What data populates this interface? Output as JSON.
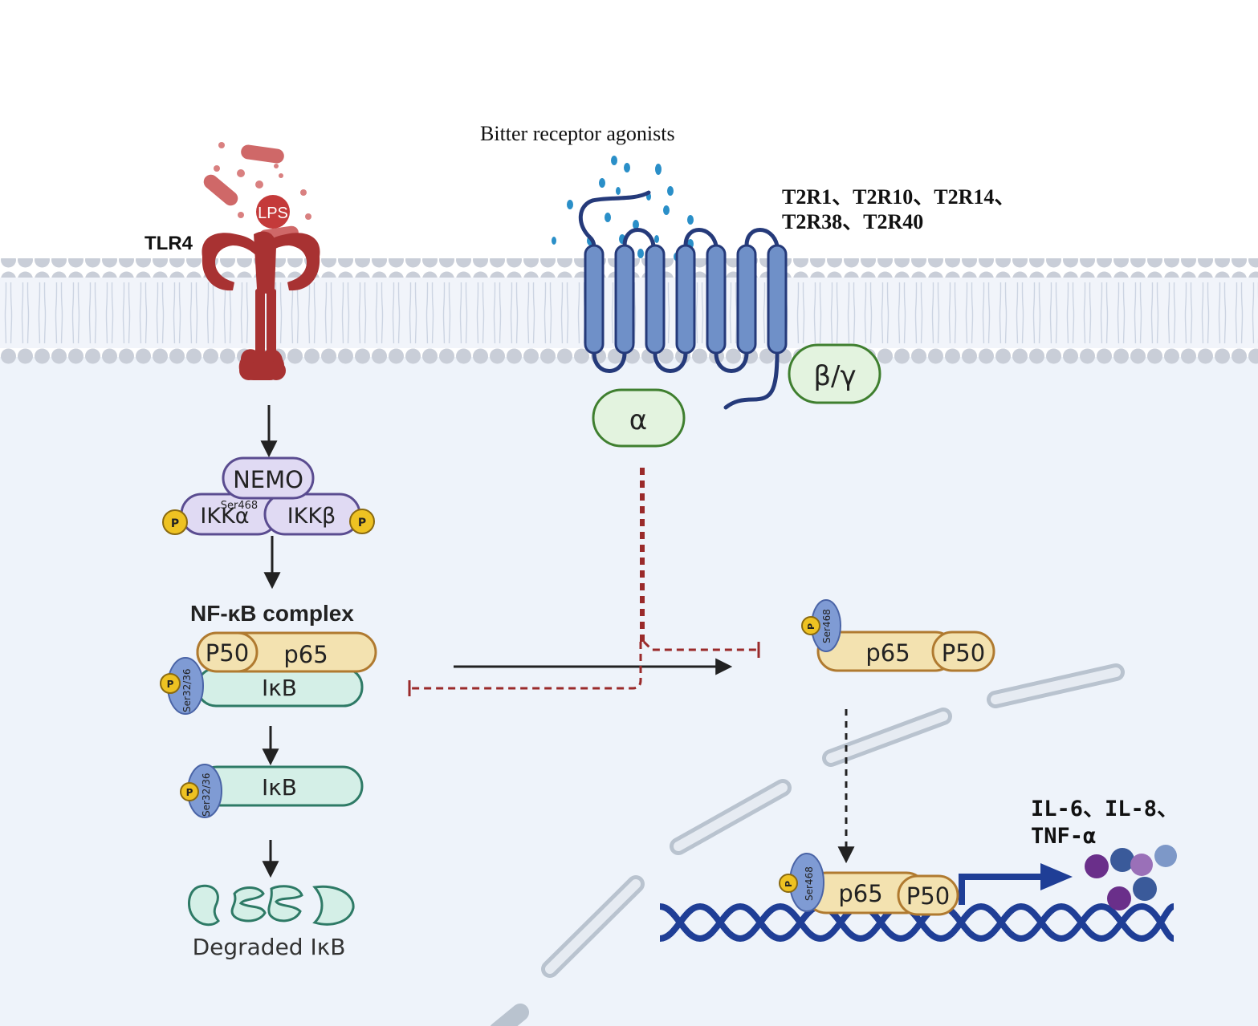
{
  "extracellular": {
    "lps_label": "LPS",
    "tlr4_label": "TLR4",
    "agonists_label": "Bitter receptor agonists"
  },
  "receptor": {
    "names_line1": "T2R1、T2R10、T2R14、",
    "names_line2": "T2R38、T2R40",
    "alpha_label": "α",
    "betagamma_label": "β/γ"
  },
  "ikk_complex": {
    "nemo_label": "NEMO",
    "ikka_label": "IKKα",
    "ikkb_label": "IKKβ",
    "ser_label": "Ser468",
    "p_left": "P",
    "p_right": "P"
  },
  "nfkb_complex": {
    "title": "NF-κB complex",
    "p50_label": "P50",
    "p65_label": "p65",
    "ikb_label": "IκB",
    "p_label": "P",
    "ser_label": "Ser32/36"
  },
  "free_ikb": {
    "ikb_label": "IκB",
    "p_label": "P",
    "ser_label": "Ser32/36"
  },
  "degraded": {
    "label": "Degraded IκB"
  },
  "active_nfkb": {
    "p65_label": "p65",
    "p50_label": "P50",
    "p_label": "P",
    "ser_label": "Ser468"
  },
  "nuclear_nfkb": {
    "p65_label": "p65",
    "p50_label": "P50",
    "p_label": "P",
    "ser_label": "Ser468"
  },
  "cytokines": {
    "line1": "IL-6、IL-8、",
    "line2": "TNF-α"
  },
  "colors": {
    "membrane_head": "#c9ced8",
    "cytoplasm": "#eef3fa",
    "tlr4": "#a83232",
    "receptor": "#6f90c8",
    "g_protein_fill": "#e3f3df",
    "g_protein_stroke": "#3f7f2f",
    "complex_fill": "#f3e2b0",
    "complex_stroke": "#b07a30",
    "ikb_fill": "#d4efe7",
    "ikb_stroke": "#2e7a66",
    "ikk_fill": "#e0daf3",
    "ikk_stroke": "#5a4c90",
    "phospho": "#eec222",
    "inhibit": "#9a2a2a",
    "dna": "#1f3e96"
  }
}
